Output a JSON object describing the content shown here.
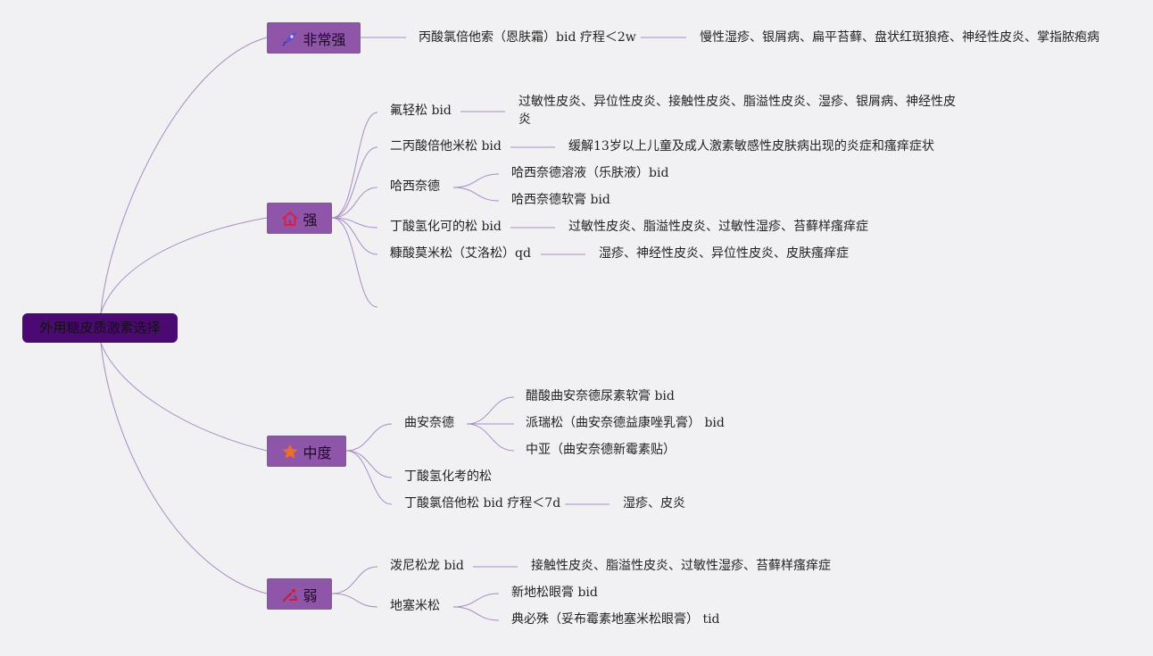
{
  "root": {
    "label": "外用糖皮质激素选择"
  },
  "branches": [
    {
      "label": "非常强",
      "icon": "rocket-icon",
      "items": [
        {
          "name": "丙酸氯倍他索（恩肤霜）bid 疗程＜2w",
          "note": "慢性湿疹、银屑病、扁平苔藓、盘状红斑狼疮、神经性皮炎、掌指脓疱病"
        }
      ]
    },
    {
      "label": "强",
      "icon": "house-icon",
      "items": [
        {
          "name": "氟轻松 bid",
          "note": "过敏性皮炎、异位性皮炎、接触性皮炎、脂溢性皮炎、湿疹、银屑病、神经性皮炎"
        },
        {
          "name": "二丙酸倍他米松 bid",
          "note": "缓解13岁以上儿童及成人激素敏感性皮肤病出现的炎症和瘙痒症状"
        },
        {
          "name": "哈西奈德",
          "children": [
            "哈西奈德溶液（乐肤液）bid",
            "哈西奈德软膏 bid"
          ]
        },
        {
          "name": "丁酸氢化可的松 bid",
          "note": "过敏性皮炎、脂溢性皮炎、过敏性湿疹、苔藓样瘙痒症"
        },
        {
          "name": "糠酸莫米松（艾洛松）qd",
          "note": "湿疹、神经性皮炎、异位性皮炎、皮肤瘙痒症"
        }
      ]
    },
    {
      "label": "中度",
      "icon": "star-icon",
      "items": [
        {
          "name": "曲安奈德",
          "children": [
            "醋酸曲安奈德尿素软膏 bid",
            "派瑞松（曲安奈德益康唑乳膏） bid",
            "中亚（曲安奈德新霉素贴）"
          ]
        },
        {
          "name": "丁酸氢化考的松"
        },
        {
          "name": "丁酸氯倍他松 bid 疗程＜7d",
          "note": "湿疹、皮炎"
        }
      ]
    },
    {
      "label": "弱",
      "icon": "tools-icon",
      "items": [
        {
          "name": "泼尼松龙 bid",
          "note": "接触性皮炎、脂溢性皮炎、过敏性湿疹、苔藓样瘙痒症"
        },
        {
          "name": "地塞米松",
          "children": [
            "新地松眼膏 bid",
            "典必殊（妥布霉素地塞米松眼膏） tid"
          ]
        }
      ]
    }
  ],
  "colors": {
    "root": "#4b0a72",
    "branch": "#8f55a8",
    "line": "#a98bc4",
    "background": "#f1f1f4"
  }
}
